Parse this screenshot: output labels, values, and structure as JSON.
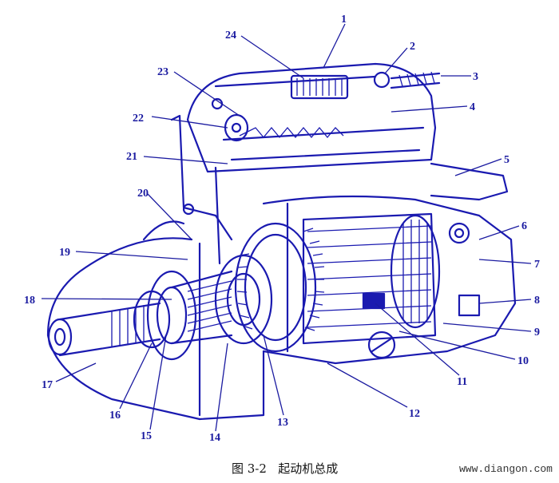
{
  "caption": "图 3-2   起动机总成",
  "watermark": "www.diangon.com",
  "callouts": [
    "1",
    "2",
    "3",
    "4",
    "5",
    "6",
    "7",
    "8",
    "9",
    "10",
    "11",
    "12",
    "13",
    "14",
    "15",
    "16",
    "17",
    "18",
    "19",
    "20",
    "21",
    "22",
    "23",
    "24"
  ],
  "colors": {
    "ink": "#1a1ab0",
    "background": "#ffffff"
  }
}
